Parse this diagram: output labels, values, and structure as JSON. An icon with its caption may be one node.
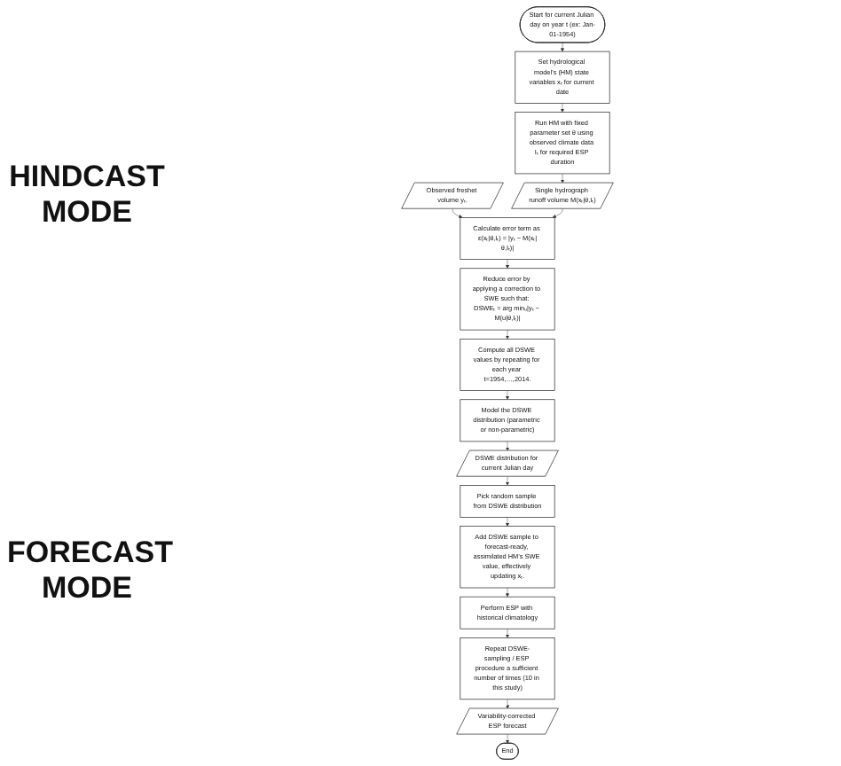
{
  "diagram": {
    "nodes": [
      {
        "text": [
          "Start for current Julian day on year t (ex: Jan-01-1954)"
        ]
      },
      {
        "text": [
          "Set hydrological model’s (HM) state variables xₜ for current date"
        ]
      },
      {
        "text": [
          "Run HM with fixed parameter set θ using observed climate data Iₜ for required ESP duration"
        ]
      },
      {
        "text": [
          "Observed freshet volume yₜ."
        ]
      },
      {
        "text": [
          "Single hydrograph runoff volume M(xₜ|θ,Iₜ)"
        ]
      },
      {
        "text": [
          "Calculate error term as ε(xₜ|θ,Iₜ) = |yₜ − M(xₜ|θ,Iₜ)|"
        ]
      },
      {
        "text": [
          "Reduce error by applying a correction to SWE such that: DSWEₜ = arg minᵤ|yₜ − M(u|θ,Iₜ)|"
        ]
      },
      {
        "text": [
          "Compute all DSWE values by repeating for each year t=1954,…,2014."
        ]
      },
      {
        "text": [
          "Model the DSWE distribution (parametric or non-parametric)"
        ]
      },
      {
        "text": [
          "DSWE distribution for current Julian day"
        ]
      },
      {
        "text": [
          "Pick random sample from DSWE distribution"
        ]
      },
      {
        "text": [
          "Add DSWE sample to forecast-ready, assimilated HM’s SWE value, effectively updating xₜ."
        ]
      },
      {
        "text": [
          "Perform ESP with historical climatology"
        ]
      },
      {
        "text": [
          "Repeat DSWE-sampling / ESP procedure a sufficient number of times (10 in this study)"
        ]
      },
      {
        "text": [
          "Variability-corrected ESP forecast"
        ]
      },
      {
        "text": [
          "End"
        ]
      }
    ],
    "edges": [
      {
        "from": 0,
        "to": 1,
        "arrow": "to"
      },
      {
        "from": 1,
        "to": 2,
        "arrow": "to"
      },
      {
        "from": 2,
        "to": 4,
        "arrow": "to"
      },
      {
        "from": 3,
        "to": 5,
        "arrow": "to"
      },
      {
        "from": 4,
        "to": 5,
        "arrow": "to"
      },
      {
        "from": 5,
        "to": 6,
        "arrow": "to"
      },
      {
        "from": 6,
        "to": 7,
        "arrow": "to"
      },
      {
        "from": 7,
        "to": 8,
        "arrow": "to"
      },
      {
        "from": 8,
        "to": 9,
        "arrow": "to"
      },
      {
        "from": 9,
        "to": 10,
        "arrow": "to"
      },
      {
        "from": 10,
        "to": 11,
        "arrow": "to"
      },
      {
        "from": 11,
        "to": 12,
        "arrow": "to"
      },
      {
        "from": 12,
        "to": 13,
        "arrow": "to"
      },
      {
        "from": 13,
        "to": 14,
        "arrow": "to"
      },
      {
        "from": 14,
        "to": 15,
        "arrow": "to"
      }
    ],
    "labels": [
      "HINDCAST MODE",
      "FORECAST MODE"
    ]
  }
}
